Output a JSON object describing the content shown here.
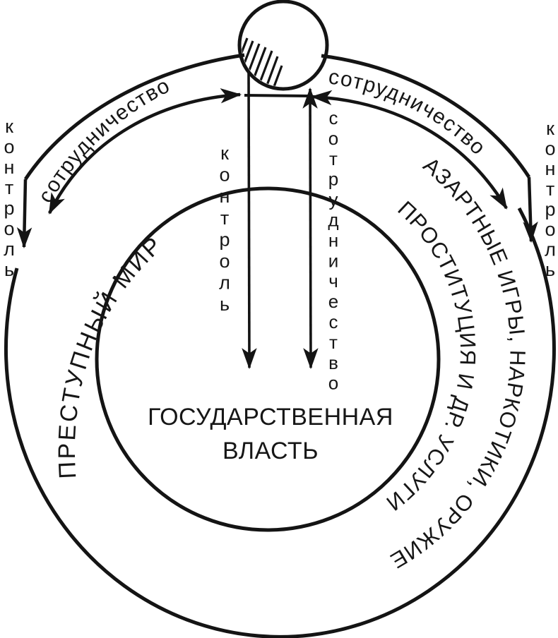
{
  "diagram": {
    "center": {
      "line1": "ГОСУДАРСТВЕННАЯ",
      "line2": "ВЛАСТЬ"
    },
    "ring": {
      "left_label": "ПРЕСТУПНЫЙ МИР",
      "right_label_line1": "АЗАРТНЫЕ ИГРЫ, НАРКОТИКИ, ОРУЖИЕ",
      "right_label_line2": "ПРОСТИТУЦИЯ И ДР. УСЛУГИ"
    },
    "arrows": {
      "cooperation_arc_left": "сотрудничество",
      "cooperation_arc_right": "сотрудничество",
      "control_edge_left": "контроль",
      "control_edge_right": "контроль",
      "control_center": "контроль",
      "cooperation_center": "сотрудничество"
    },
    "colors": {
      "ink": "#141414",
      "background": "#ffffff"
    }
  }
}
